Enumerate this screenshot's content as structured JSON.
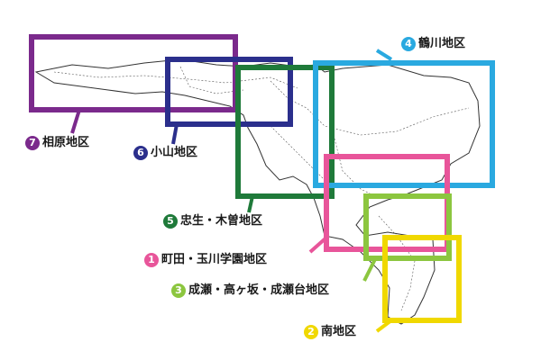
{
  "colors": {
    "machida": "#e8559a",
    "minami": "#f0d800",
    "naruse": "#8cc63f",
    "tsurukawa": "#2aa9e0",
    "tadao": "#1f7a3a",
    "oyama": "#2b2f8c",
    "aihara": "#7b2a8c"
  },
  "districts": [
    {
      "key": "aihara",
      "num": "7",
      "name": "相原地区"
    },
    {
      "key": "oyama",
      "num": "6",
      "name": "小山地区"
    },
    {
      "key": "tsurukawa",
      "num": "4",
      "name": "鶴川地区"
    },
    {
      "key": "tadao",
      "num": "5",
      "name": "忠生・木曽地区"
    },
    {
      "key": "machida",
      "num": "1",
      "name": "町田・玉川学園地区"
    },
    {
      "key": "naruse",
      "num": "3",
      "name": "成瀬・高ヶ坂・成瀬台地区"
    },
    {
      "key": "minami",
      "num": "2",
      "name": "南地区"
    }
  ]
}
